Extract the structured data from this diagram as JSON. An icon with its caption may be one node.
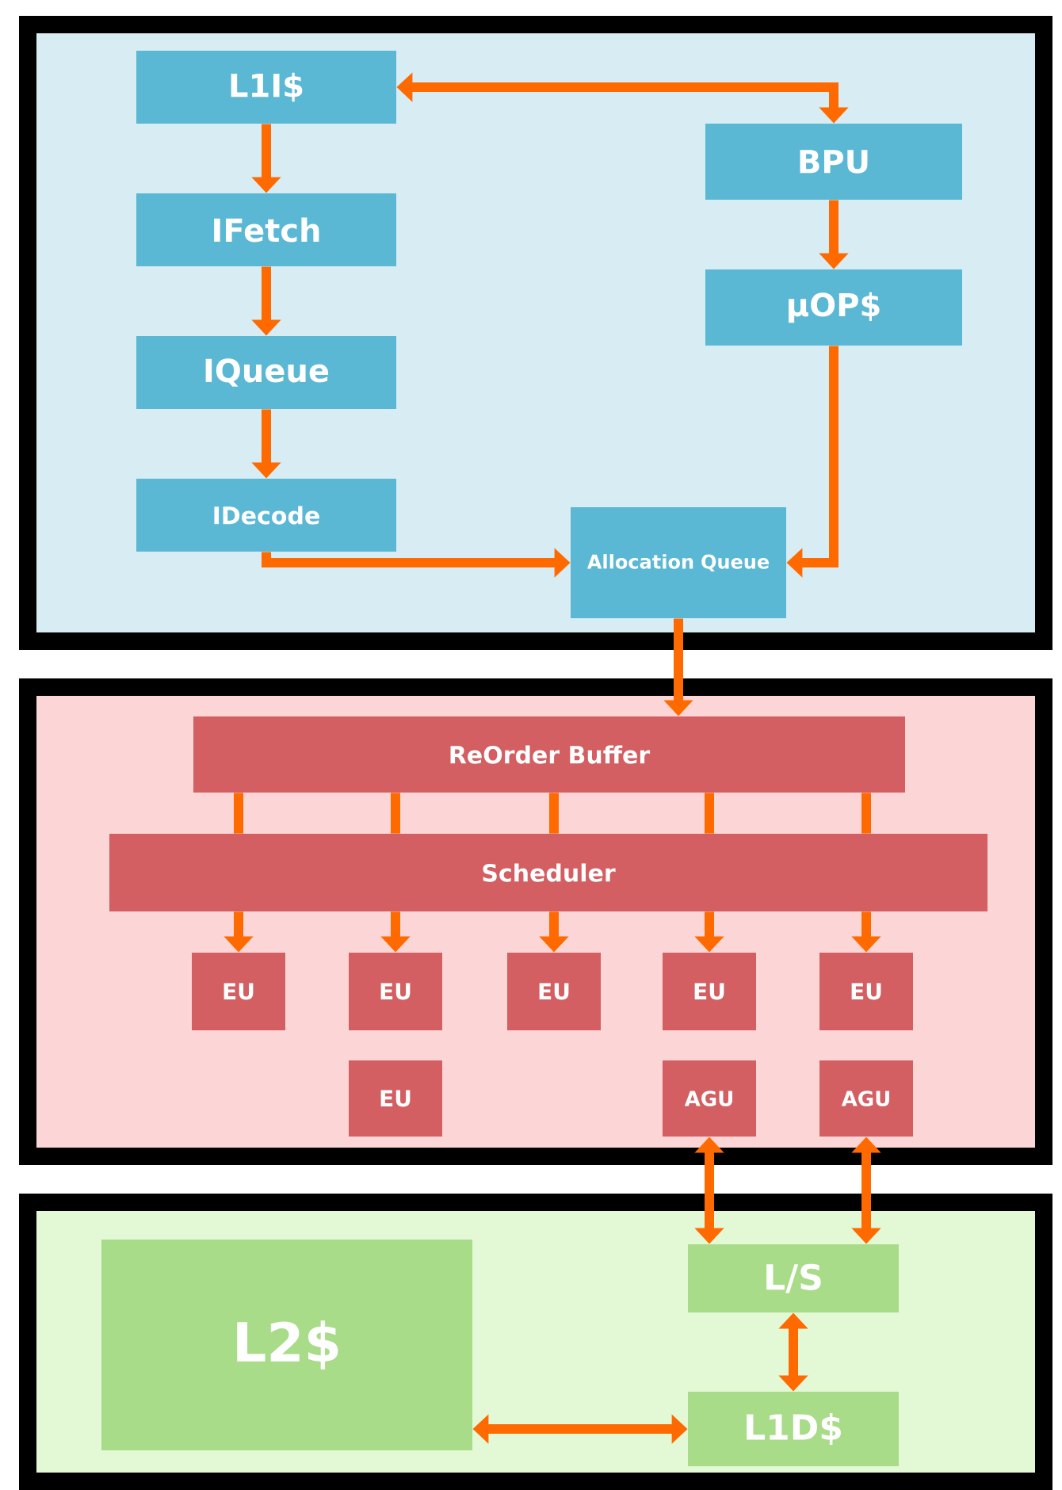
{
  "diagram": {
    "nodes": [
      {
        "text": [],
        "shape": "box"
      },
      {
        "text": [
          "L1I$"
        ],
        "in": 0
      },
      {
        "text": [
          "IFetch"
        ],
        "in": 0
      },
      {
        "text": [
          "IQueue"
        ],
        "in": 0
      },
      {
        "text": [
          "IDecode"
        ],
        "in": 0
      },
      {
        "text": [
          "BPU"
        ],
        "in": 0
      },
      {
        "text": [
          "µOP$"
        ],
        "in": 0
      },
      {
        "text": [
          "Allocation Queue"
        ],
        "in": 0
      },
      {
        "text": [],
        "shape": "box"
      },
      {
        "text": [
          "ReOrder Buffer"
        ],
        "in": 8
      },
      {
        "text": [
          "Scheduler"
        ],
        "in": 8
      },
      {
        "text": [
          "EU"
        ],
        "in": 8
      },
      {
        "text": [
          "EU"
        ],
        "in": 8
      },
      {
        "text": [
          "EU"
        ],
        "in": 8
      },
      {
        "text": [
          "EU"
        ],
        "in": 8
      },
      {
        "text": [
          "EU"
        ],
        "in": 8
      },
      {
        "text": [
          "EU"
        ],
        "in": 8
      },
      {
        "text": [
          "AGU"
        ],
        "in": 8
      },
      {
        "text": [
          "AGU"
        ],
        "in": 8
      },
      {
        "text": [],
        "shape": "box"
      },
      {
        "text": [
          "L2$"
        ],
        "in": 19
      },
      {
        "text": [
          "L/S"
        ],
        "in": 19
      },
      {
        "text": [
          "L1D$"
        ],
        "in": 19
      }
    ],
    "edges": [
      {
        "from": 1,
        "to": 5,
        "arrow": "both"
      },
      {
        "from": 1,
        "to": 2,
        "arrow": "to"
      },
      {
        "from": 2,
        "to": 3,
        "arrow": "to"
      },
      {
        "from": 3,
        "to": 4,
        "arrow": "to"
      },
      {
        "from": 5,
        "to": 6,
        "arrow": "to"
      },
      {
        "from": 4,
        "to": 7,
        "arrow": "to"
      },
      {
        "from": 6,
        "to": 7,
        "arrow": "to"
      },
      {
        "from": 7,
        "to": 9,
        "arrow": "to"
      },
      {
        "from": 9,
        "to": 10,
        "arrow": "none"
      },
      {
        "from": 9,
        "to": 10,
        "arrow": "none"
      },
      {
        "from": 9,
        "to": 10,
        "arrow": "none"
      },
      {
        "from": 9,
        "to": 10,
        "arrow": "none"
      },
      {
        "from": 9,
        "to": 10,
        "arrow": "none"
      },
      {
        "from": 10,
        "to": 11,
        "arrow": "to"
      },
      {
        "from": 10,
        "to": 12,
        "arrow": "to"
      },
      {
        "from": 10,
        "to": 13,
        "arrow": "to"
      },
      {
        "from": 10,
        "to": 14,
        "arrow": "to"
      },
      {
        "from": 10,
        "to": 15,
        "arrow": "to"
      },
      {
        "from": 17,
        "to": 21,
        "arrow": "both"
      },
      {
        "from": 18,
        "to": 21,
        "arrow": "both"
      },
      {
        "from": 21,
        "to": 22,
        "arrow": "both"
      },
      {
        "from": 20,
        "to": 22,
        "arrow": "both"
      }
    ]
  }
}
